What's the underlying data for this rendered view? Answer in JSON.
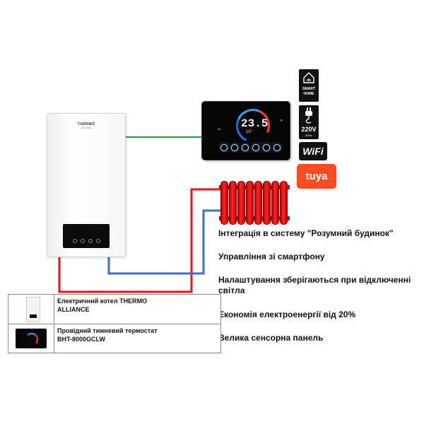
{
  "boiler": {
    "brand": "THERMO",
    "model_small": "ALLIANCE"
  },
  "thermostat": {
    "current_temp": "23.5",
    "set_temp": "15°"
  },
  "badges": {
    "smart_home_line1": "SMART",
    "smart_home_line2": "HOME",
    "voltage": "220V",
    "frequency": "50Hz",
    "wifi": "WiFi",
    "tuya": "tuya"
  },
  "features": [
    "Інтеграція в систему \"Розумний будинок\"",
    "Управління зі смартфону",
    "Налаштування зберігаються при відключенні світла",
    "Економія електроенергії від 20%",
    "Велика сенсорна панель"
  ],
  "legend": [
    {
      "label": "Електричний котел THERMO ALLIANCE"
    },
    {
      "label": "Провідний тижневий термостат BHT-8000GCLW"
    }
  ],
  "colors": {
    "hot_pipe": "#e8141b",
    "cold_pipe": "#3a6fd0",
    "signal_wire": "#1a9a4a",
    "tuya_brand": "#ff4b1f"
  }
}
